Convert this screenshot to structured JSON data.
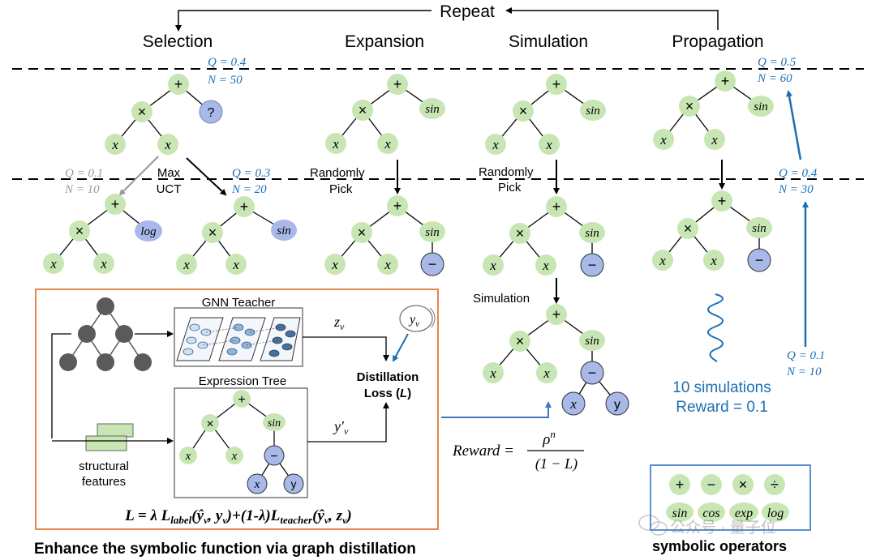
{
  "header": {
    "repeat": "Repeat",
    "stages": [
      "Selection",
      "Expansion",
      "Simulation",
      "Propagation"
    ]
  },
  "stats": {
    "selection_root": {
      "q": "Q = 0.4",
      "n": "N = 50"
    },
    "selection_left": {
      "q": "Q = 0.1",
      "n": "N = 10"
    },
    "selection_right": {
      "q": "Q = 0.3",
      "n": "N = 20"
    },
    "propagation_top": {
      "q": "Q = 0.5",
      "n": "N = 60"
    },
    "propagation_mid": {
      "q": "Q = 0.4",
      "n": "N = 30"
    },
    "propagation_bottom": {
      "q": "Q = 0.1",
      "n": "N = 10"
    }
  },
  "labels": {
    "max_uct": "Max UCT",
    "randomly_pick": "Randomly Pick",
    "simulation": "Simulation",
    "simulations_count": "10 simulations",
    "reward_value": "Reward = 0.1"
  },
  "symbols": {
    "plus": "+",
    "times": "×",
    "minus": "−",
    "div": "÷",
    "x": "x",
    "y": "y",
    "sin": "sin",
    "cos": "cos",
    "exp": "exp",
    "log": "log",
    "unknown": "?"
  },
  "distillation": {
    "gnn_teacher": "GNN Teacher",
    "expression_tree": "Expression Tree",
    "structural_features": "structural features",
    "z_v": "z",
    "z_sub": "v",
    "y_v": "y",
    "y_v_sub": "v",
    "y_prime": "y′",
    "y_prime_sub": "v",
    "loss_title": "Distillation Loss (L)",
    "loss_formula": "L = λ L_label(ŷ_v, y_v)+(1-λ)L_teacher(ŷ_v, z_v)",
    "caption": "Enhance the symbolic function via graph distillation"
  },
  "reward": {
    "lhs": "Reward =",
    "numerator": "ρ",
    "numerator_sup": "n",
    "denominator": "(1 − L)"
  },
  "operators": {
    "title": "symbolic  operators",
    "row1": [
      "+",
      "−",
      "×",
      "÷"
    ],
    "row2": [
      "sin",
      "cos",
      "exp",
      "log"
    ]
  },
  "watermark": "公众号 · 量子位",
  "colors": {
    "node_green": "#c8e6b4",
    "node_blue": "#a8b8e8",
    "accent_blue": "#1a6fb5",
    "orange": "#e8864a",
    "box_blue": "#5b8fd0"
  }
}
